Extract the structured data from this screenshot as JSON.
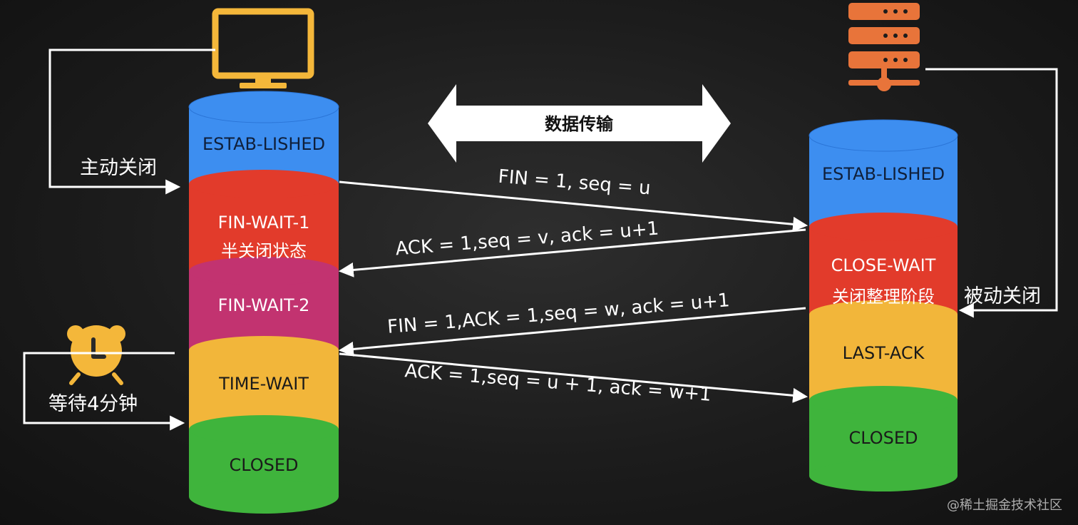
{
  "data_transfer_label": "数据传输",
  "client": {
    "side_label": "主动关闭",
    "wait_label": "等待4分钟",
    "segments": [
      {
        "label": "ESTAB-LISHED",
        "color": "#3d8ef0",
        "text_color": "#0f1f3a"
      },
      {
        "label": "FIN-WAIT-1",
        "label2": "半关闭状态",
        "color": "#e23b2b",
        "text_color": "#ffffff"
      },
      {
        "label": "FIN-WAIT-2",
        "color": "#c23370",
        "text_color": "#ffffff"
      },
      {
        "label": "TIME-WAIT",
        "color": "#f2b63a",
        "text_color": "#1a1a1a"
      },
      {
        "label": "CLOSED",
        "color": "#3fb43c",
        "text_color": "#1a1a1a"
      }
    ]
  },
  "server": {
    "side_label": "被动关闭",
    "segments": [
      {
        "label": "ESTAB-LISHED",
        "color": "#3d8ef0",
        "text_color": "#0f1f3a"
      },
      {
        "label": "CLOSE-WAIT",
        "label2": "关闭整理阶段",
        "color": "#e23b2b",
        "text_color": "#ffffff"
      },
      {
        "label": "LAST-ACK",
        "color": "#f2b63a",
        "text_color": "#1a1a1a"
      },
      {
        "label": "CLOSED",
        "color": "#3fb43c",
        "text_color": "#1a1a1a"
      }
    ]
  },
  "messages": [
    {
      "label": "FIN = 1, seq = u",
      "direction": "client-to-server"
    },
    {
      "label": "ACK = 1,seq = v, ack = u+1",
      "direction": "server-to-client"
    },
    {
      "label": "FIN = 1,ACK = 1,seq = w, ack = u+1",
      "direction": "server-to-client"
    },
    {
      "label": "ACK = 1,seq = u + 1, ack = w+1",
      "direction": "client-to-server"
    }
  ],
  "icons": {
    "monitor": "monitor-icon",
    "server": "server-icon",
    "clock": "alarm-clock-icon"
  },
  "colors": {
    "monitor": "#f4b73a",
    "server": "#e8743a",
    "clock": "#f4b73a",
    "lines": "#ffffff"
  },
  "watermark": "@稀土掘金技术社区"
}
